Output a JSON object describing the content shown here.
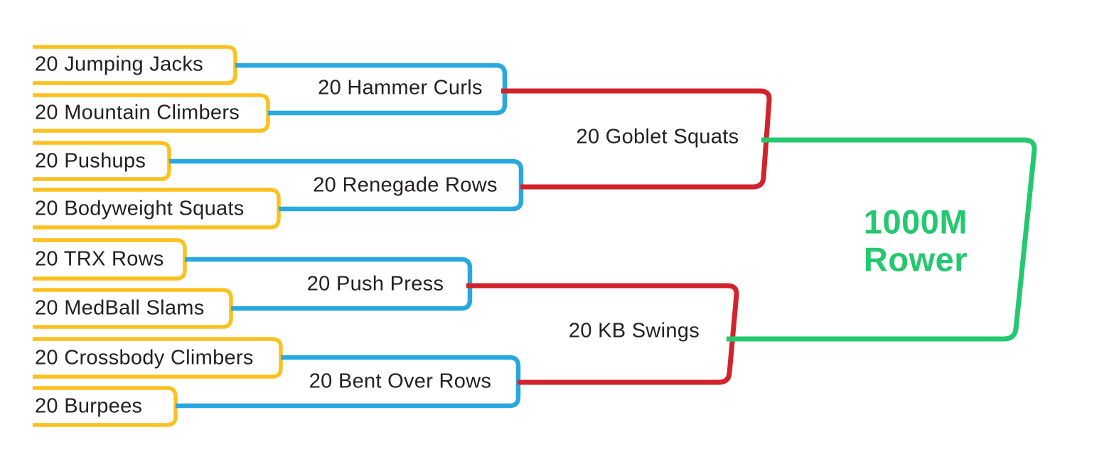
{
  "palette": {
    "round1_accent": "#FBC11E",
    "round2_accent": "#29A8E0",
    "round3_accent": "#D2232B",
    "final_accent": "#24C86F",
    "text": "#242021"
  },
  "bracket": {
    "round1": [
      {
        "label": "20 Jumping Jacks"
      },
      {
        "label": "20 Mountain Climbers"
      },
      {
        "label": "20 Pushups"
      },
      {
        "label": "20 Bodyweight Squats"
      },
      {
        "label": "20 TRX Rows"
      },
      {
        "label": "20 MedBall Slams"
      },
      {
        "label": "20 Crossbody Climbers"
      },
      {
        "label": "20 Burpees"
      }
    ],
    "round2": [
      {
        "label": "20 Hammer Curls"
      },
      {
        "label": "20 Renegade Rows"
      },
      {
        "label": "20 Push Press"
      },
      {
        "label": "20 Bent Over Rows"
      }
    ],
    "round3": [
      {
        "label": "20 Goblet Squats"
      },
      {
        "label": "20 KB Swings"
      }
    ],
    "final": {
      "label": "1000M\nRower"
    }
  }
}
